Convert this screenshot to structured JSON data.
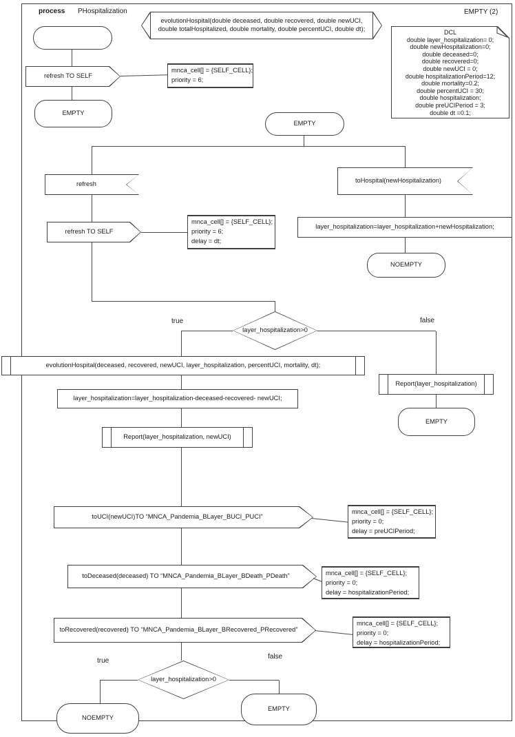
{
  "colors": {
    "line": "#3f3f3f",
    "connector": "#4a4a4a",
    "text": "#1a1a1a",
    "background": "#ffffff"
  },
  "header": {
    "kind_label": "process",
    "process_name": "PHospitalization",
    "top_right_state_label": "EMPTY (2)"
  },
  "signature_note": {
    "line1": "evolutionHospital(double deceased, double recovered, double newUCI,",
    "line2": "double totalHospitalized, double mortality, double percentUCI, double dt);"
  },
  "declarations": {
    "lines": [
      "DCL",
      "double layer_hospitalization= 0;",
      "double newHospitalization=0;",
      "double deceased=0;",
      "double recovered=0;",
      "double newUCI = 0;",
      "double hospitalizationPeriod=12;",
      "double mortality=0.2;",
      "double percentUCI = 30;",
      "double hospitalization;",
      "double preUCIPeriod = 3;",
      "double dt =0.1;"
    ]
  },
  "init_flow": {
    "output_signal": "refresh TO SELF",
    "note": [
      "mnca_cell[] = {SELF_CELL};",
      "priority = 6;"
    ],
    "next_state": "EMPTY"
  },
  "main_flow": {
    "state": "EMPTY",
    "left": {
      "input_signal": "refresh",
      "output_signal": "refresh TO SELF",
      "note": [
        "mnca_cell[] = {SELF_CELL};",
        "priority = 6;",
        "delay = dt;"
      ]
    },
    "right": {
      "input_signal": "toHospital(newHospitalization)",
      "task": "layer_hospitalization=layer_hospitalization+newHospitalization;",
      "next_state": "NOEMPTY"
    }
  },
  "decision1": {
    "condition": "layer_hospitalization>0",
    "true_label": "true",
    "false_label": "false"
  },
  "true_branch": {
    "procedure": "evolutionHospital(deceased, recovered, newUCI, layer_hospitalization, percentUCI, mortality, dt);",
    "task": "layer_hospitalization=layer_hospitalization-deceased-recovered- newUCI;",
    "report": "Report(layer_hospitalization, newUCI)",
    "to_uci": {
      "signal": "toUCI(newUCI)TO “MNCA_Pandemia_BLayer_BUCI_PUCI”",
      "note": [
        "mnca_cell[] = {SELF_CELL};",
        "priority = 0;",
        "delay = preUCIPeriod;"
      ]
    },
    "to_deceased": {
      "signal": "toDeceased(deceased) TO “MNCA_Pandemia_BLayer_BDeath_PDeath”",
      "note": [
        "mnca_cell[] = {SELF_CELL};",
        "priority = 0;",
        "delay = hospitalizationPeriod;"
      ]
    },
    "to_recovered": {
      "signal": "toRecovered(recovered) TO “MNCA_Pandemia_BLayer_BRecovered_PRecovered”",
      "note": [
        "mnca_cell[] = {SELF_CELL};",
        "priority = 0;",
        "delay = hospitalizationPeriod;"
      ]
    }
  },
  "false_branch": {
    "report": "Report(layer_hospitalization)",
    "next_state": "EMPTY"
  },
  "decision2": {
    "condition": "layer_hospitalization>0",
    "true_label": "true",
    "false_label": "false",
    "true_state": "NOEMPTY",
    "false_state": "EMPTY"
  }
}
